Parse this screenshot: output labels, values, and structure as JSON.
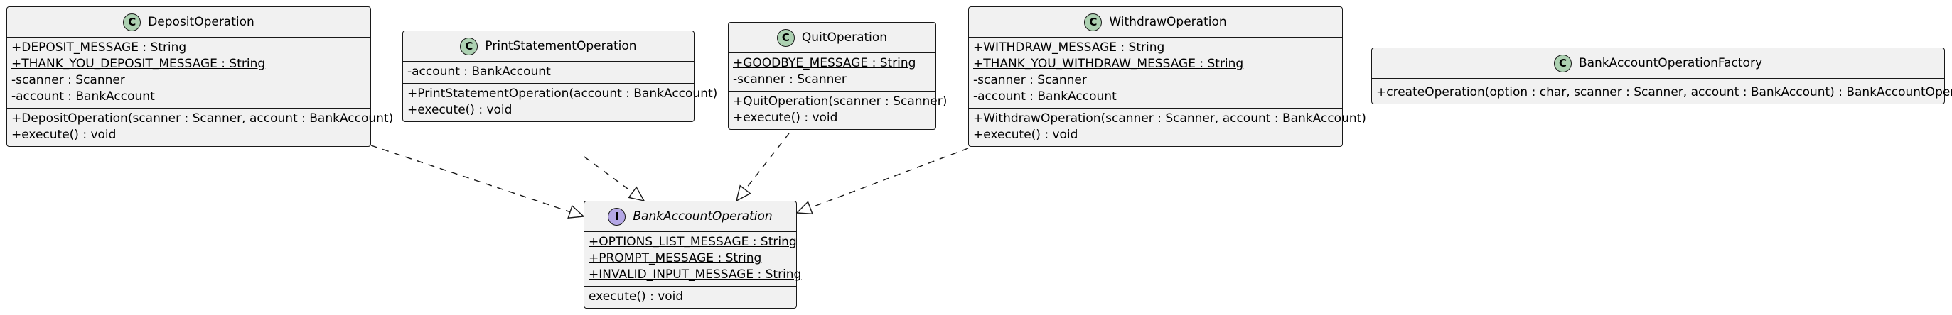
{
  "diagram": {
    "interface": {
      "name": "BankAccountOperation",
      "icon": "I",
      "fields": [
        {
          "text": "+OPTIONS_LIST_MESSAGE : String",
          "static": true
        },
        {
          "text": "+PROMPT_MESSAGE : String",
          "static": true
        },
        {
          "text": "+INVALID_INPUT_MESSAGE : String",
          "static": true
        }
      ],
      "methods": [
        {
          "text": "execute() : void",
          "static": false
        }
      ]
    },
    "classes": [
      {
        "id": "deposit",
        "name": "DepositOperation",
        "icon": "C",
        "fields": [
          {
            "text": "+DEPOSIT_MESSAGE : String",
            "static": true
          },
          {
            "text": "+THANK_YOU_DEPOSIT_MESSAGE : String",
            "static": true
          },
          {
            "text": "-scanner : Scanner",
            "static": false
          },
          {
            "text": "-account : BankAccount",
            "static": false
          }
        ],
        "methods": [
          {
            "text": "+DepositOperation(scanner : Scanner, account : BankAccount)",
            "static": false
          },
          {
            "text": "+execute() : void",
            "static": false
          }
        ]
      },
      {
        "id": "print",
        "name": "PrintStatementOperation",
        "icon": "C",
        "fields": [
          {
            "text": "-account : BankAccount",
            "static": false
          }
        ],
        "methods": [
          {
            "text": "+PrintStatementOperation(account : BankAccount)",
            "static": false
          },
          {
            "text": "+execute() : void",
            "static": false
          }
        ]
      },
      {
        "id": "quit",
        "name": "QuitOperation",
        "icon": "C",
        "fields": [
          {
            "text": "+GOODBYE_MESSAGE : String",
            "static": true
          },
          {
            "text": "-scanner : Scanner",
            "static": false
          }
        ],
        "methods": [
          {
            "text": "+QuitOperation(scanner : Scanner)",
            "static": false
          },
          {
            "text": "+execute() : void",
            "static": false
          }
        ]
      },
      {
        "id": "withdraw",
        "name": "WithdrawOperation",
        "icon": "C",
        "fields": [
          {
            "text": "+WITHDRAW_MESSAGE : String",
            "static": true
          },
          {
            "text": "+THANK_YOU_WITHDRAW_MESSAGE : String",
            "static": true
          },
          {
            "text": "-scanner : Scanner",
            "static": false
          },
          {
            "text": "-account : BankAccount",
            "static": false
          }
        ],
        "methods": [
          {
            "text": "+WithdrawOperation(scanner : Scanner, account : BankAccount)",
            "static": false
          },
          {
            "text": "+execute() : void",
            "static": false
          }
        ]
      },
      {
        "id": "factory",
        "name": "BankAccountOperationFactory",
        "icon": "C",
        "fields": [],
        "methods": [
          {
            "text": "+createOperation(option : char, scanner : Scanner, account : BankAccount) : BankAccountOperation",
            "static": false
          }
        ]
      }
    ],
    "relations": [
      {
        "from": "deposit",
        "to": "BankAccountOperation",
        "type": "realization"
      },
      {
        "from": "print",
        "to": "BankAccountOperation",
        "type": "realization"
      },
      {
        "from": "quit",
        "to": "BankAccountOperation",
        "type": "realization"
      },
      {
        "from": "withdraw",
        "to": "BankAccountOperation",
        "type": "realization"
      }
    ],
    "colors": {
      "box_fill": "#f1f1f1",
      "border": "#181818",
      "class_icon": "#add1b2",
      "interface_icon": "#b4a7e5",
      "edge": "#181818"
    }
  }
}
